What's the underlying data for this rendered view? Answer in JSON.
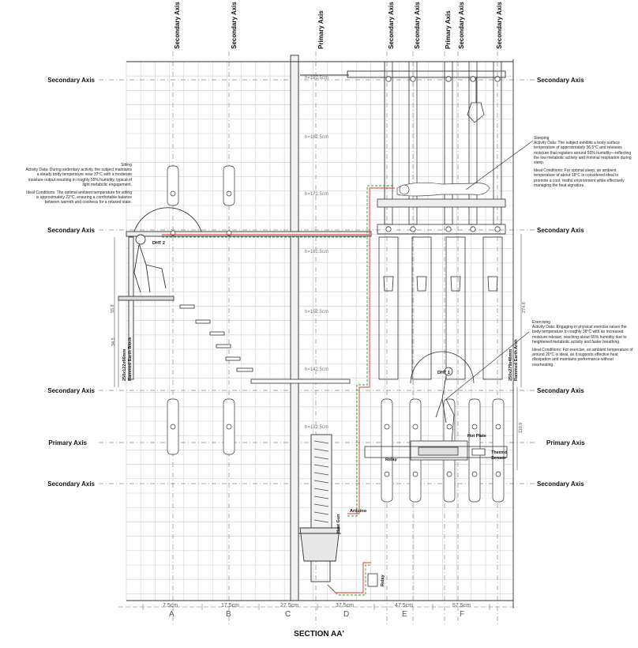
{
  "title": "SECTION AA'",
  "axes": {
    "top": [
      "Secondary Axis",
      "Secondary Axis",
      "Primary Axis",
      "Secondary Axis",
      "Secondary Axis",
      "Primary Axis",
      "Secondary Axis",
      "Secondary Axis"
    ],
    "left": [
      "Secondary Axis",
      "Secondary Axis",
      "Secondary Axis",
      "Primary Axis",
      "Secondary Axis"
    ],
    "right": [
      "Secondary Axis",
      "Secondary Axis",
      "Secondary Axis",
      "Primary Axis",
      "Secondary Axis"
    ]
  },
  "heights": [
    "h=192.5cm",
    "h=182.5cm",
    "h=172.5cm",
    "h=162.5cm",
    "h=152.5cm",
    "h=142.5cm",
    "h=132.5cm"
  ],
  "bottom_dims": [
    "7.5cm",
    "17.5cm",
    "27.5cm",
    "37.5cm",
    "47.5cm",
    "57.5cm"
  ],
  "columns": [
    "A",
    "B",
    "C",
    "D",
    "E",
    "F"
  ],
  "notes": {
    "sitting": {
      "heading": "Sitting",
      "activity": "Activity Data: During sedentary activity, the subject maintains a steady body temperature near 37°C with a moderate moisture output resulting in roughly 55% humidity, typical of light metabolic engagement.",
      "ideal": "Ideal Conditions: The optimal ambient temperature for sitting is approximately 22°C, ensuring a comfortable balance between warmth and coolness for a relaxed state."
    },
    "sleeping": {
      "heading": "Sleeping",
      "activity": "Activity Data: The subject exhibits a body surface temperature of approximately 36.5°C and releases moisture that registers around 50% humidity—reflecting the low metabolic activity and minimal respiration during sleep.",
      "ideal": "Ideal Conditions: For optimal sleep, an ambient temperature of about 18°C is considered ideal to promote a cool, restful environment while effectively managing the heat signature."
    },
    "exercising": {
      "heading": "Exercising",
      "activity": "Activity Data: Engaging in physical exercise raises the body temperature to roughly 38°C with an increased moisture release, reaching about 65% humidity due to heightened metabolic activity and faster breathing.",
      "ideal": "Ideal Conditions: For exercise, an ambient temperature of around 20°C is ideal, as it supports effective heat dissipation and maintains performance without overheating."
    }
  },
  "components": {
    "dht2": "DHT 2",
    "dht1": "DHT 1",
    "hot_plate": "Hot Plate",
    "thermo_sensor_1": "Thermo",
    "thermo_sensor_2": "Sensor",
    "relay_1": "Relay",
    "relay_2": "Relay",
    "arduino": "Arduino",
    "heat_gun": "Heat Gun",
    "left_block_1": "250x122x66mm",
    "left_block_2": "Rammed Earth Block",
    "right_arch_1": "250x279x48mm",
    "right_arch_2": "Rammed Earth Arch"
  },
  "vertical_dims": {
    "left_outer": "55.9",
    "left_inner": "34.5",
    "right_outer": "274.6",
    "right_inner": "110.9"
  },
  "colors": {
    "grid": "#c8c8c8",
    "line": "#222222",
    "wire_red": "#d23a2a",
    "wire_green": "#2e9a3a"
  }
}
